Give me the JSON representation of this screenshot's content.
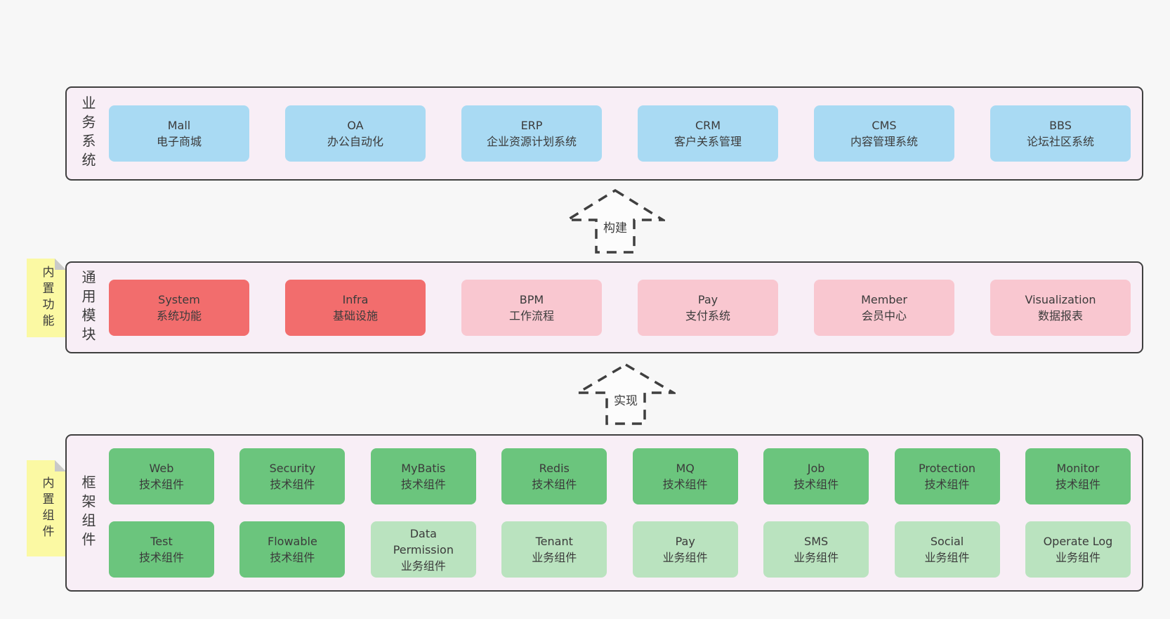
{
  "colors": {
    "page_bg": "#f7f7f7",
    "panel_bg": "#f8eef6",
    "panel_border": "#3f3f3f",
    "blue": "#a9daf3",
    "red": "#f26d6d",
    "pink": "#f9c7d0",
    "green": "#6bc57d",
    "light_green": "#bae3bf",
    "note_yellow": "#fbf9a3",
    "text": "#3b3b3b"
  },
  "layers": [
    {
      "title": "业务系统",
      "rows": [
        [
          {
            "name": "Mall",
            "sub": "电子商城",
            "type": "blue"
          },
          {
            "name": "OA",
            "sub": "办公自动化",
            "type": "blue"
          },
          {
            "name": "ERP",
            "sub": "企业资源计划系统",
            "type": "blue"
          },
          {
            "name": "CRM",
            "sub": "客户关系管理",
            "type": "blue"
          },
          {
            "name": "CMS",
            "sub": "内容管理系统",
            "type": "blue"
          },
          {
            "name": "BBS",
            "sub": "论坛社区系统",
            "type": "blue"
          }
        ]
      ]
    },
    {
      "title": "通用模块",
      "rows": [
        [
          {
            "name": "System",
            "sub": "系统功能",
            "type": "red"
          },
          {
            "name": "Infra",
            "sub": "基础设施",
            "type": "red"
          },
          {
            "name": "BPM",
            "sub": "工作流程",
            "type": "pink"
          },
          {
            "name": "Pay",
            "sub": "支付系统",
            "type": "pink"
          },
          {
            "name": "Member",
            "sub": "会员中心",
            "type": "pink"
          },
          {
            "name": "Visualization",
            "sub": "数据报表",
            "type": "pink"
          }
        ]
      ]
    },
    {
      "title": "框架组件",
      "rows": [
        [
          {
            "name": "Web",
            "sub": "技术组件",
            "type": "green"
          },
          {
            "name": "Security",
            "sub": "技术组件",
            "type": "green"
          },
          {
            "name": "MyBatis",
            "sub": "技术组件",
            "type": "green"
          },
          {
            "name": "Redis",
            "sub": "技术组件",
            "type": "green"
          },
          {
            "name": "MQ",
            "sub": "技术组件",
            "type": "green"
          },
          {
            "name": "Job",
            "sub": "技术组件",
            "type": "green"
          },
          {
            "name": "Protection",
            "sub": "技术组件",
            "type": "green"
          },
          {
            "name": "Monitor",
            "sub": "技术组件",
            "type": "green"
          }
        ],
        [
          {
            "name": "Test",
            "sub": "技术组件",
            "type": "green"
          },
          {
            "name": "Flowable",
            "sub": "技术组件",
            "type": "green"
          },
          {
            "name": "Data Permission",
            "sub": "业务组件",
            "type": "light_green"
          },
          {
            "name": "Tenant",
            "sub": "业务组件",
            "type": "light_green"
          },
          {
            "name": "Pay",
            "sub": "业务组件",
            "type": "light_green"
          },
          {
            "name": "SMS",
            "sub": "业务组件",
            "type": "light_green"
          },
          {
            "name": "Social",
            "sub": "业务组件",
            "type": "light_green"
          },
          {
            "name": "Operate Log",
            "sub": "业务组件",
            "type": "light_green"
          }
        ]
      ]
    }
  ],
  "notes": [
    {
      "label": "内置功能"
    },
    {
      "label": "内置组件"
    }
  ],
  "arrows": [
    {
      "label": "构建"
    },
    {
      "label": "实现"
    }
  ]
}
